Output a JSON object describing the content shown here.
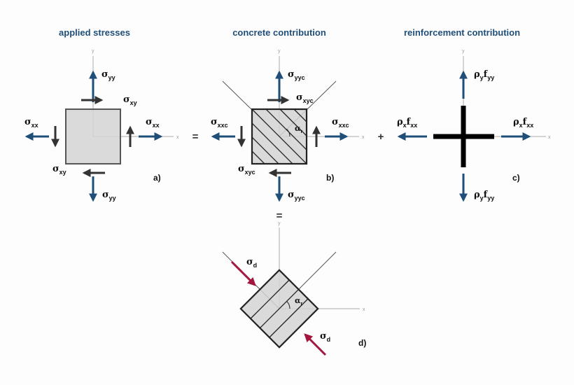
{
  "titles": {
    "applied": "applied stresses",
    "concrete": "concrete contribution",
    "reinforcement": "reinforcement contribution"
  },
  "axes": {
    "x": "x",
    "y": "y"
  },
  "symbols": {
    "sigma": "σ",
    "rho": "ρ",
    "f": "f",
    "alpha": "α"
  },
  "subscripts": {
    "xx": "xx",
    "yy": "yy",
    "xy": "xy",
    "xxc": "xxc",
    "yyc": "yyc",
    "xyc": "xyc",
    "x": "x",
    "y": "y",
    "d": "d",
    "r": "r"
  },
  "operators": {
    "equals": "=",
    "plus": "+"
  },
  "panels": {
    "a": "a)",
    "b": "b)",
    "c": "c)",
    "d": "d)"
  },
  "colors": {
    "stress_arrow": "#1f4e79",
    "shear_arrow": "#333333",
    "compression_arrow": "#a3163d",
    "concrete_fill": "#d3d3d3",
    "title": "#1f4e79"
  }
}
